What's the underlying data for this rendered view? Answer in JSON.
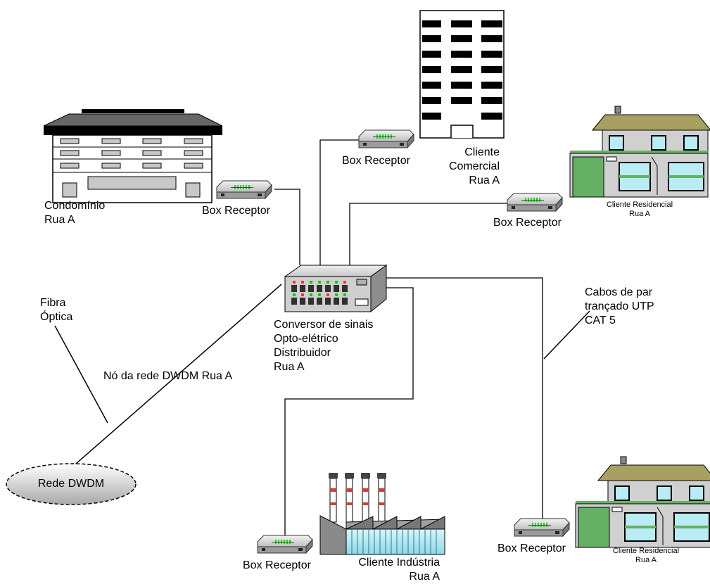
{
  "labels": {
    "condominio": [
      "Condomínio",
      "Rua A"
    ],
    "box_receptor": "Box Receptor",
    "cliente_comercial": [
      "Cliente",
      "Comercial",
      "Rua A"
    ],
    "cliente_residencial": [
      "Cliente Residencial",
      "Rua A"
    ],
    "conversor": [
      "Conversor de sinais",
      "Opto-elétrico",
      "Distribuidor",
      "Rua A"
    ],
    "fibra": [
      "Fibra",
      "Óptica"
    ],
    "no_dwdm": "Nó da rede DWDM Rua A",
    "cabos": [
      "Cabos de par",
      "trançado UTP",
      "CAT 5"
    ],
    "rede": "Rede DWDM",
    "industria": [
      "Cliente Indústria",
      "Rua A"
    ]
  },
  "colors": {
    "roof": "#a8a062",
    "green_panel": "#66b066",
    "light_cyan": "#b9ecf5",
    "building_black": "#000000",
    "box_green": "#00dd00"
  }
}
